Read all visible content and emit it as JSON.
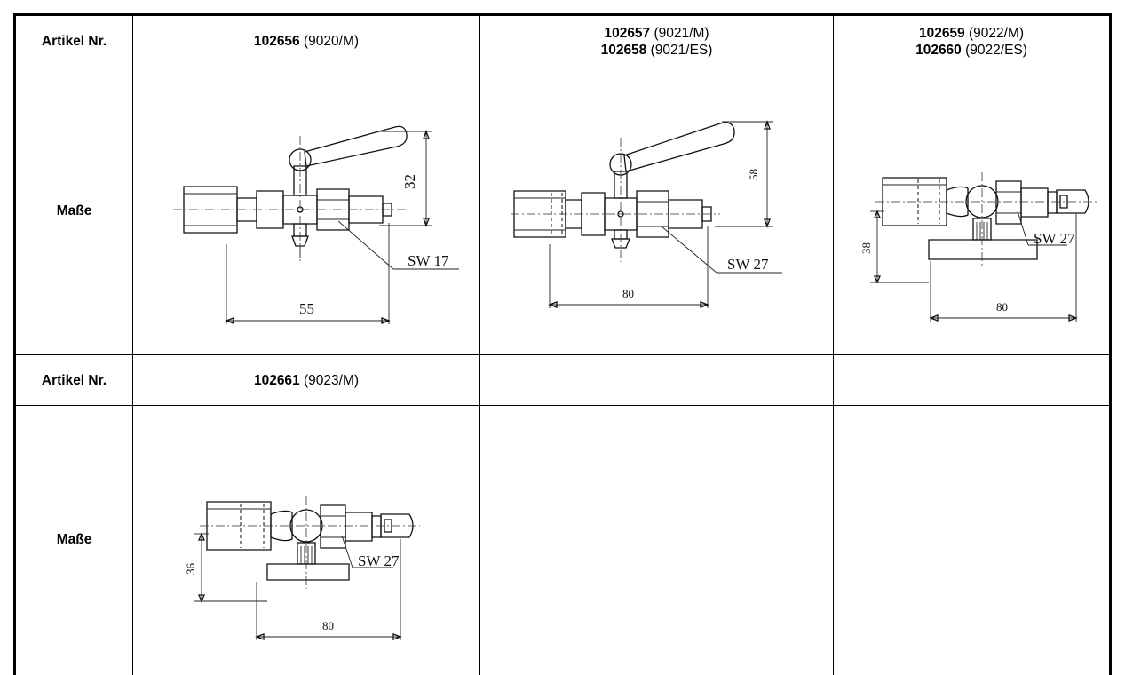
{
  "table": {
    "row1": {
      "header": "Artikel Nr.",
      "col1": {
        "nr": "102656",
        "code": " (9020/M)"
      },
      "col2": {
        "nr_a": "102657",
        "code_a": " (9021/M)",
        "nr_b": "102658",
        "code_b": " (9021/ES)"
      },
      "col3": {
        "nr_a": "102659",
        "code_a": " (9022/M)",
        "nr_b": "102660",
        "code_b": " (9022/ES)"
      }
    },
    "row2": {
      "header": "Maße",
      "drawing1": {
        "height": "32",
        "length": "55",
        "sw": "SW 17"
      },
      "drawing2": {
        "height": "58",
        "length": "80",
        "sw": "SW 27"
      },
      "drawing3": {
        "height": "38",
        "length": "80",
        "sw": "SW 27"
      }
    },
    "row3": {
      "header": "Artikel Nr.",
      "col1": {
        "nr": "102661",
        "code": " (9023/M)"
      }
    },
    "row4": {
      "header": "Maße",
      "drawing1": {
        "height": "36",
        "length": "80",
        "sw": "SW 27"
      }
    }
  }
}
